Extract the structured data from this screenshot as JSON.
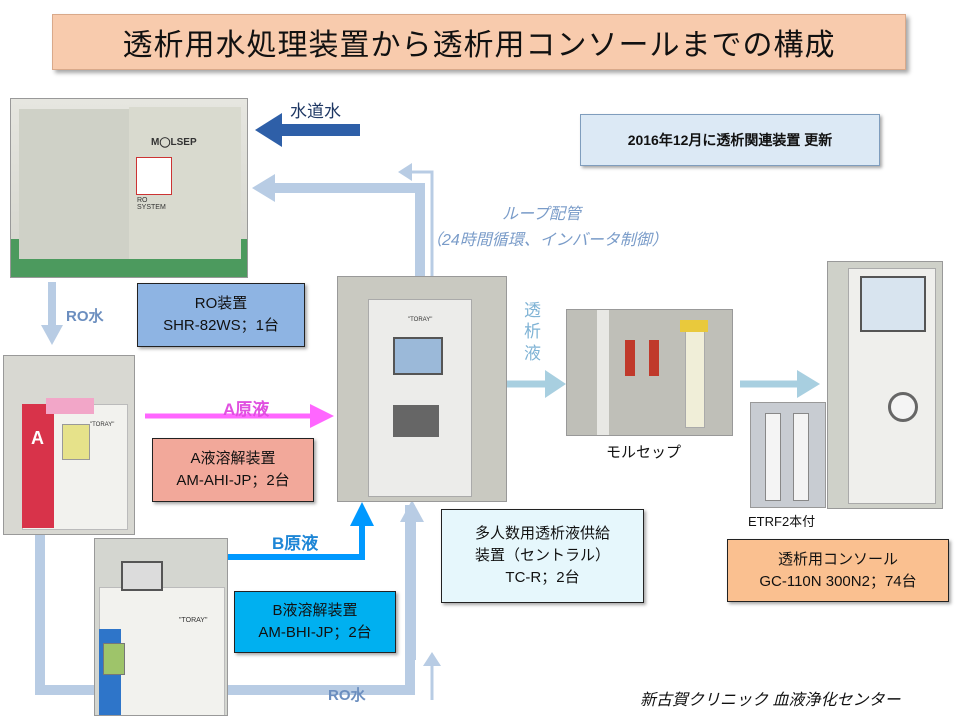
{
  "title": "透析用水処理装置から透析用コンソールまでの構成",
  "update_note": "2016年12月に透析関連装置 更新",
  "tap_water_label": "水道水",
  "loop_label_line1": "ループ配管",
  "loop_label_line2": "（24時間循環、インバータ制御）",
  "dialysate_label_chars": [
    "透",
    "析",
    "液"
  ],
  "ro_water_label_left": "RO水",
  "ro_water_label_bottom": "RO水",
  "a_concentrate_label": "A原液",
  "b_concentrate_label": "B原液",
  "ro_device": {
    "line1": "RO装置",
    "line2": "SHR-82WS；1台"
  },
  "a_dissolver": {
    "line1": "A液溶解装置",
    "line2": "AM-AHI-JP；2台"
  },
  "b_dissolver": {
    "line1": "B液溶解装置",
    "line2": "AM-BHI-JP；2台"
  },
  "central_supply": {
    "line1": "多人数用透析液供給",
    "line2": "装置（セントラル）",
    "line3": "TC-R；2台"
  },
  "molsep_label": "モルセップ",
  "etrf_label": "ETRF2本付",
  "console": {
    "line1": "透析用コンソール",
    "line2": "GC-110N 300N2；74台"
  },
  "footer": "新古賀クリニック 血液浄化センター",
  "photo_texts": {
    "ro_brand": "M◯LSEP",
    "ro_system": "RO SYSTEM",
    "toray": "\"TORAY\"",
    "a_letter": "A"
  },
  "colors": {
    "title_bg": "#f8cbad",
    "ro_box": "#8eb4e3",
    "a_box": "#f2a89a",
    "b_box": "#00b0f0",
    "central_box": "#e6f7fc",
    "console_box": "#fac090",
    "pink_arrow": "#ff66ff",
    "blue_arrow": "#0099ff",
    "dark_blue_arrow": "#2e5fa8",
    "light_blue_arrow": "#b8cce4"
  }
}
